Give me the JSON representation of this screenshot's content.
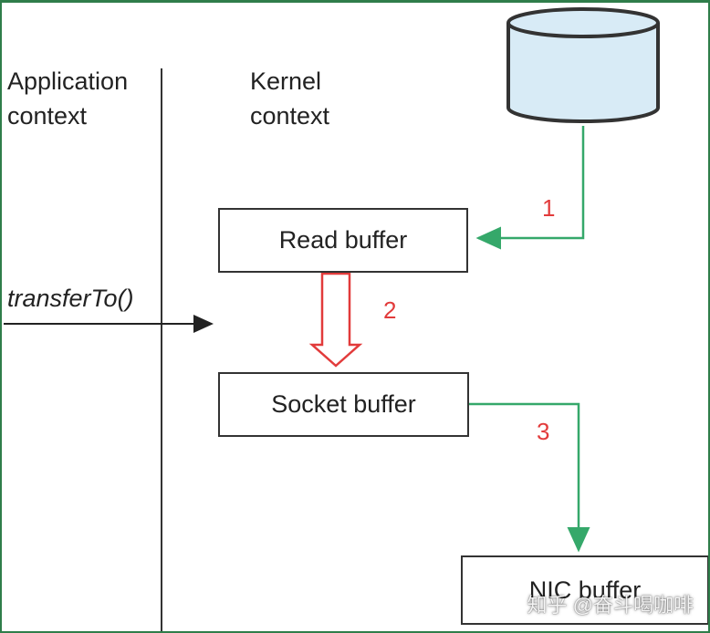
{
  "labels": {
    "application": [
      "Application",
      "context"
    ],
    "kernel": [
      "Kernel",
      "context"
    ],
    "call": "transferTo()"
  },
  "boxes": {
    "read": "Read buffer",
    "socket": "Socket buffer",
    "nic": "NIC buffer"
  },
  "steps": [
    "1",
    "2",
    "3"
  ],
  "watermark": "知乎 @奋斗喝咖啡",
  "colors": {
    "disk_fill": "#d8ebf6",
    "green_arrow": "#35a86a",
    "red_arrow": "#e23b3b",
    "line": "#333333"
  },
  "icons": {
    "disk": "database-cylinder-icon"
  }
}
